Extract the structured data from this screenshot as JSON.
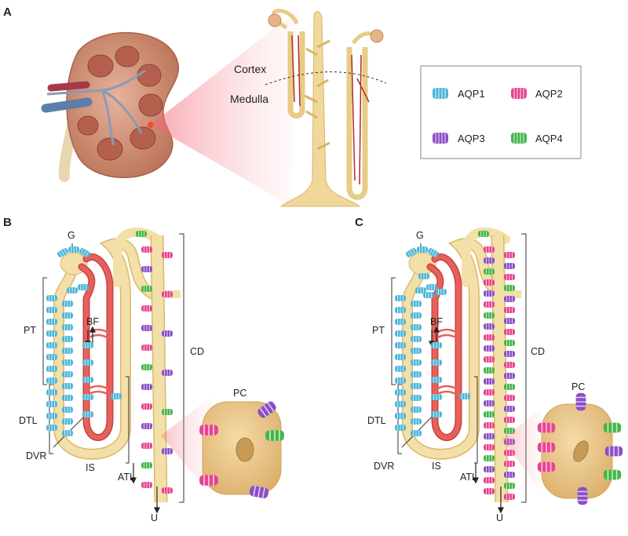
{
  "panels": {
    "a": "A",
    "b": "B",
    "c": "C"
  },
  "panel_a": {
    "cortex": "Cortex",
    "medulla": "Medulla"
  },
  "legend": [
    {
      "label": "AQP1",
      "color": "#4fb6d8",
      "icon": "aqp1-channel-icon"
    },
    {
      "label": "AQP2",
      "color": "#e8438f",
      "icon": "aqp2-channel-icon"
    },
    {
      "label": "AQP3",
      "color": "#8b4fc7",
      "icon": "aqp3-channel-icon"
    },
    {
      "label": "AQP4",
      "color": "#43b649",
      "icon": "aqp4-channel-icon"
    }
  ],
  "nephron_labels": {
    "g": "G",
    "pt": "PT",
    "bf": "BF",
    "dtl": "DTL",
    "dvr": "DVR",
    "is": "IS",
    "atl": "ATL",
    "cd": "CD",
    "u": "U",
    "pc": "PC"
  },
  "colors": {
    "tubule": "#f3dfa8",
    "tubule_edge": "#d9b96a",
    "vessel": "#e8605c",
    "vessel_edge": "#c84440",
    "kidney": "#c9846c",
    "cell": "#e9c68a"
  }
}
